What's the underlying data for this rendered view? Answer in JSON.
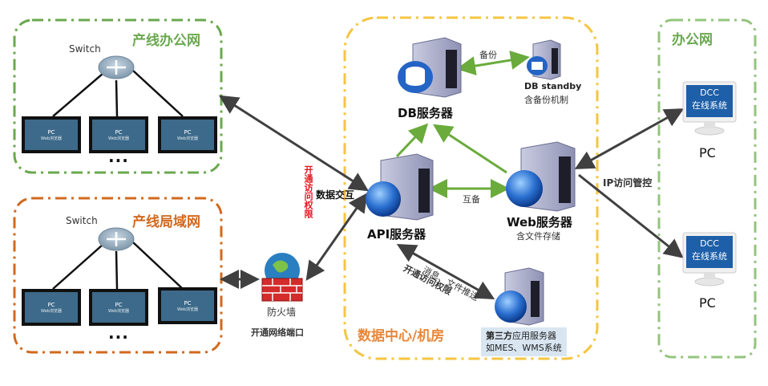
{
  "zones": {
    "office_line": {
      "title": "产线办公网",
      "color": "#6aa84f"
    },
    "lan_line": {
      "title": "产线局域网",
      "color": "#d2691e"
    },
    "datacenter": {
      "title": "数据中心/机房",
      "color": "#f5c542",
      "title_color": "#e8873a"
    },
    "office": {
      "title": "办公网",
      "color": "#93c47d",
      "title_color": "#6aa84f"
    }
  },
  "office_line": {
    "switch_label": "Switch",
    "pcs": [
      {
        "label": "PC",
        "sub": "Web浏览器"
      },
      {
        "label": "PC",
        "sub": "Web浏览器"
      },
      {
        "label": "PC",
        "sub": "Web浏览器"
      }
    ],
    "more": "···"
  },
  "lan_line": {
    "switch_label": "Switch",
    "pcs": [
      {
        "label": "PC",
        "sub": "Web浏览器"
      },
      {
        "label": "PC",
        "sub": "Web浏览器"
      },
      {
        "label": "PC",
        "sub": "Web浏览器"
      }
    ],
    "more": "···"
  },
  "firewall": {
    "label": "防火墙",
    "note": "开通网络端口"
  },
  "links": {
    "access_vertical": "开通访问权限",
    "data_exchange": "数据交互",
    "backup": "备份",
    "mutual_backup": "互备",
    "push": "消息、文件推送",
    "access_diag": "开通访问权限",
    "ip_control": "IP访问管控"
  },
  "servers": {
    "db": {
      "label": "DB服务器"
    },
    "db_standby": {
      "label": "DB standby",
      "sub": "含备份机制"
    },
    "api": {
      "label": "API服务器"
    },
    "web": {
      "label": "Web服务器",
      "sub": "含文件存储"
    },
    "third": {
      "label_bold": "第三方",
      "label_rest": "应用服务器",
      "sub": "如MES、WMS系统"
    }
  },
  "office": {
    "pcs": [
      {
        "screen_line1": "DCC",
        "screen_line2": "在线系统",
        "label": "PC"
      },
      {
        "screen_line1": "DCC",
        "screen_line2": "在线系统",
        "label": "PC"
      }
    ]
  }
}
